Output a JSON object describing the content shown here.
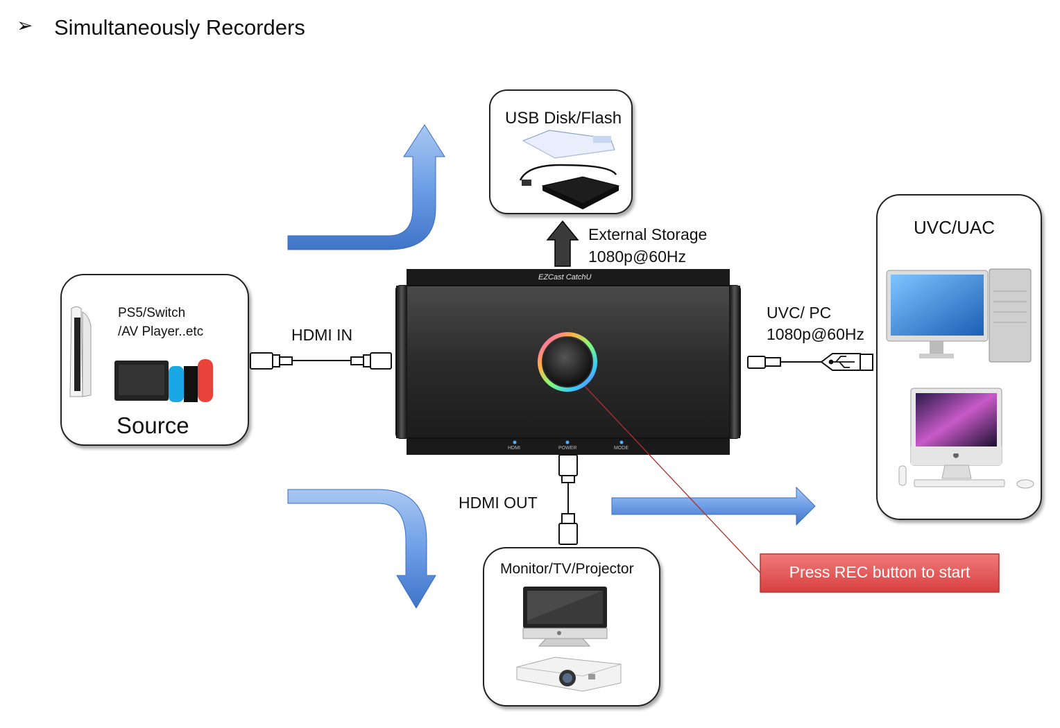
{
  "heading": {
    "bullet": "➢",
    "text": "Simultaneously Recorders"
  },
  "device": {
    "brand": "EZCast CatchU",
    "led_labels": [
      "HDMI",
      "POWER",
      "MODE"
    ]
  },
  "source": {
    "devices_label_line1": "PS5/Switch",
    "devices_label_line2": "/AV Player..etc",
    "title": "Source"
  },
  "storage": {
    "title": "USB Disk/Flash",
    "caption_line1": "External Storage",
    "caption_line2": "1080p@60Hz"
  },
  "uvc": {
    "title": "UVC/UAC",
    "caption_line1": "UVC/ PC",
    "caption_line2": "1080p@60Hz"
  },
  "display": {
    "title": "Monitor/TV/Projector"
  },
  "connections": {
    "hdmi_in": "HDMI IN",
    "hdmi_out": "HDMI OUT"
  },
  "callout": {
    "text": "Press REC button to start"
  },
  "colors": {
    "arrow_blue": "#5b8fd9",
    "callout_red": "#e05555",
    "pointer_line": "#b03030"
  }
}
